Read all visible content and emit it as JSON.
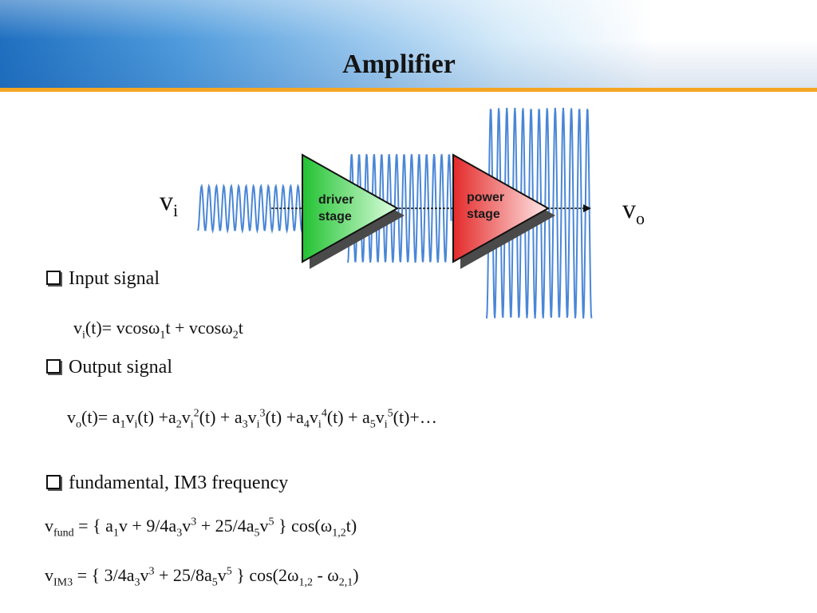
{
  "title": "Amplifier",
  "diagram": {
    "input_label": "v",
    "input_sub": "i",
    "output_label": "v",
    "output_sub": "o",
    "driver_line1": "driver",
    "driver_line2": "stage",
    "power_line1": "power",
    "power_line2": "stage",
    "colors": {
      "wave": "#4a86d6",
      "driver": "#2ecc40",
      "power": "#e63b3b"
    }
  },
  "bullets": {
    "input": "Input signal",
    "output": "Output signal",
    "fundamental": "fundamental, IM3 frequency"
  },
  "equations": {
    "vi": {
      "p1": "v",
      "s1": "i",
      "p2": "(t)= vcosω",
      "s2": "1",
      "p3": "t + vcosω",
      "s3": "2",
      "p4": "t"
    },
    "vo": {
      "p1": "v",
      "s1": "o",
      "p2": "(t)= a",
      "s2": "1",
      "p3": "v",
      "s3": "i",
      "p4": "(t) +a",
      "s4": "2",
      "p5": "v",
      "s5": "i",
      "sup5": "2",
      "p6": "(t) + a",
      "s6": "3",
      "p7": "v",
      "s7": "i",
      "sup7": "3",
      "p8": "(t) +a",
      "s8": "4",
      "p9": "v",
      "s9": "i",
      "sup9": "4",
      "p10": "(t) + a",
      "s10": "5",
      "p11": "v",
      "s11": "i",
      "sup11": "5",
      "p12": "(t)+…"
    },
    "fund": {
      "p1": "v",
      "s1": "fund",
      "p2": " = { a",
      "s2": "1",
      "p3": "v + 9/4a",
      "s3": "3",
      "p4": "v",
      "sup4": "3",
      "p5": " + 25/4a",
      "s5": "5",
      "p6": "v",
      "sup6": "5",
      "p7": " } cos(ω",
      "s7": "1,2",
      "p8": "t)"
    },
    "im3": {
      "p1": "v",
      "s1": "IM3",
      "p2": " = { 3/4a",
      "s2": "3",
      "p3": "v",
      "sup3": "3",
      "p4": " + 25/8a",
      "s4": "5",
      "p5": "v",
      "sup5": "5",
      "p6": " } cos(2ω",
      "s6": "1,2",
      "p7": " - ω",
      "s7": "2,1",
      "p8": ")"
    }
  }
}
